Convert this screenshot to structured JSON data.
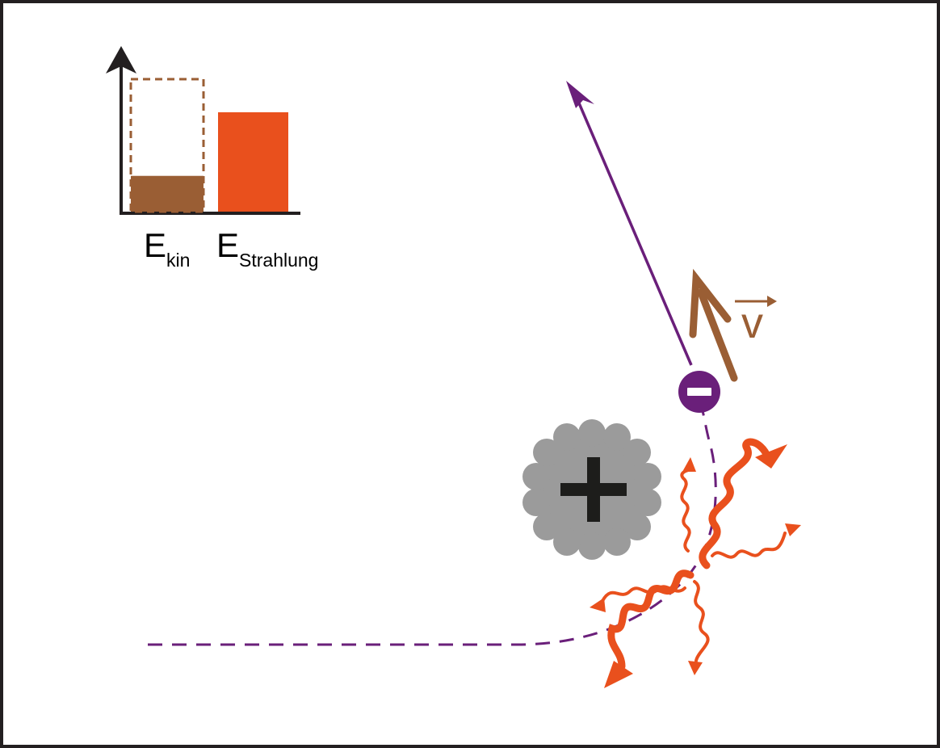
{
  "colors": {
    "frame": "#231f20",
    "electron": "#6a1f7a",
    "velocity": "#9a5e34",
    "radiation": "#e9501d",
    "nucleus": "#9b9b9b",
    "nucleus_sign": "#1d1d1b",
    "kinetic_bar": "#9a5e34",
    "radiation_bar": "#e9501d",
    "axis": "#231f20"
  },
  "chart_data": {
    "type": "bar",
    "categories": [
      "kin",
      "Strahlung"
    ],
    "values": [
      0.27,
      0.75
    ],
    "initial_kinetic": 1.0,
    "ylim": [
      0,
      1.0
    ],
    "grid": false,
    "legend": "none"
  },
  "labels": {
    "energy_symbol": "E",
    "kinetic_subscript": "kin",
    "radiation_subscript": "Strahlung",
    "velocity_symbol": "v",
    "nucleus_sign": "+",
    "electron_sign": "−"
  },
  "icons": {
    "nucleus": "nucleus-icon",
    "electron": "electron-icon",
    "velocity_arrow": "vector-arrow-icon",
    "radiation": "wavy-arrow-icon"
  }
}
